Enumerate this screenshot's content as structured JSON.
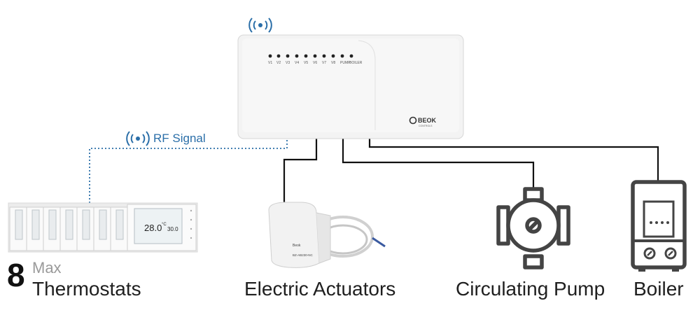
{
  "controller": {
    "channel_labels": [
      "V1",
      "V2",
      "V3",
      "V4",
      "V5",
      "V6",
      "V7",
      "V8",
      "PUMP",
      "BOILER"
    ],
    "brand": "BEOK",
    "brand_sub": "CONTROLS",
    "wireless_icon": "wireless-signal-icon"
  },
  "rf_signal": {
    "label": "RF Signal",
    "icon": "wireless-signal-icon"
  },
  "thermostat": {
    "display_temp": "28.0",
    "display_unit": "°C",
    "display_set": "30.0"
  },
  "actuator_body_text": [
    "Beok",
    "BZ-AB230-NC"
  ],
  "labels": {
    "count": "8",
    "count_max": "Max",
    "thermostats": "Thermostats",
    "actuators": "Electric Actuators",
    "pump": "Circulating Pump",
    "boiler": "Boiler"
  },
  "colors": {
    "line": "#111111",
    "rf_line": "#2a6ea8",
    "rf_text": "#2a6ea8",
    "device": "#f4f4f4"
  }
}
